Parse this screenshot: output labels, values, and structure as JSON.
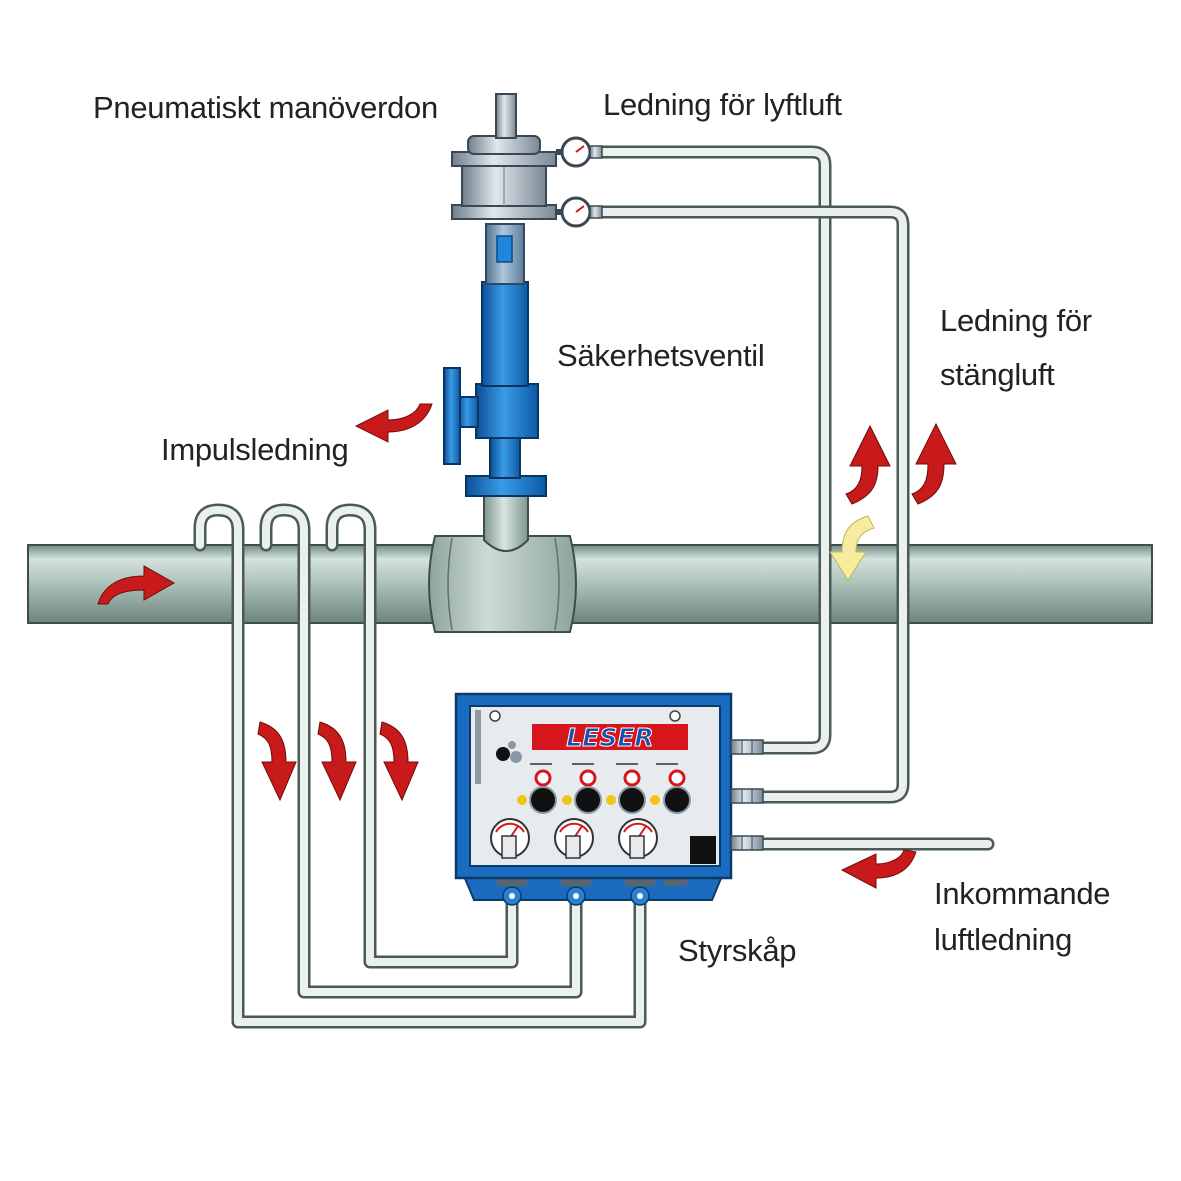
{
  "labels": {
    "actuator": "Pneumatiskt manöverdon",
    "lift_air_line": "Ledning för lyftluft",
    "close_air_line_1": "Ledning för",
    "close_air_line_2": "stängluft",
    "safety_valve": "Säkerhetsventil",
    "impulse_line": "Impulsledning",
    "control_cabinet": "Styrskåp",
    "incoming_air_1": "Inkommande",
    "incoming_air_2": "luftledning"
  },
  "brand": {
    "name": "LESER"
  },
  "colors": {
    "pipe": "#a9bdb6",
    "valve_blue": "#1e7fd0",
    "cabinet_blue": "#1b6cc0",
    "arrow_red": "#c81a1a",
    "arrow_yellow": "#f6eca0",
    "brand_red": "#d7151d",
    "brand_blue": "#1d4fa8"
  }
}
